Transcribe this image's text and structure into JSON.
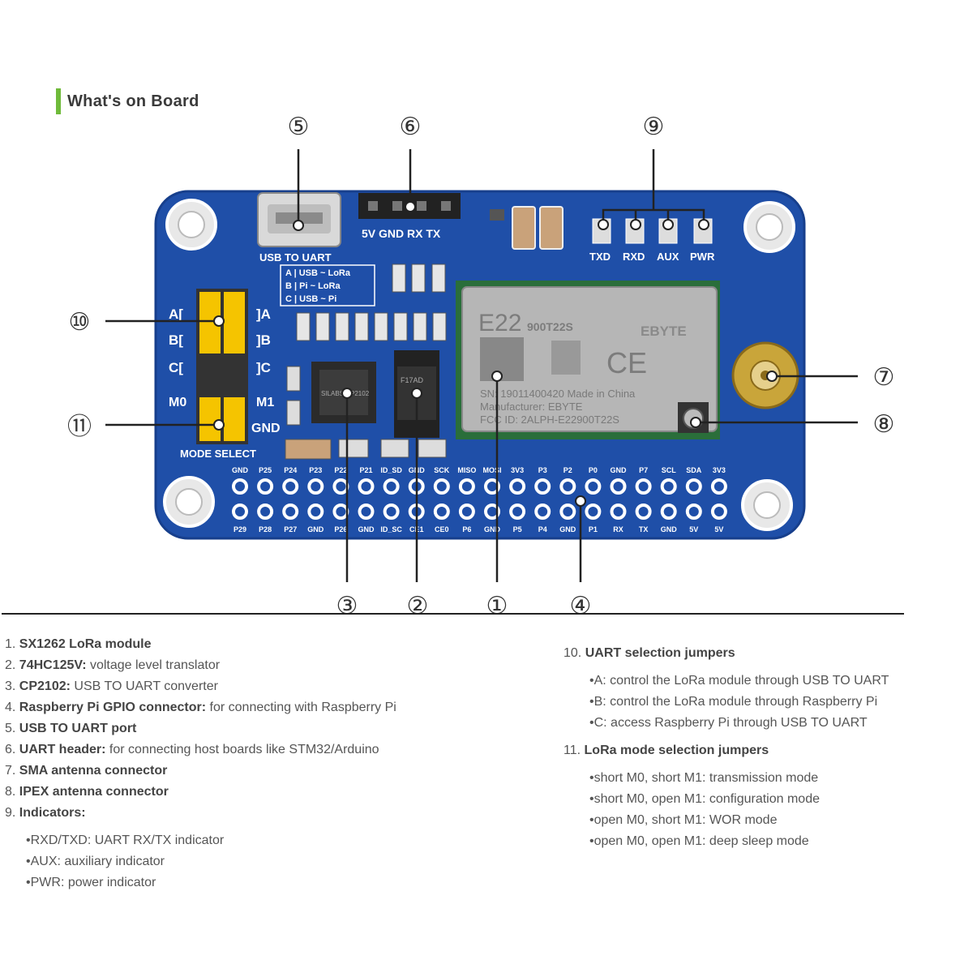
{
  "heading": "What's on Board",
  "board": {
    "callouts": [
      "⑤",
      "⑥",
      "⑨",
      "⑩",
      "⑪",
      "⑦",
      "⑧",
      "③",
      "②",
      "①",
      "④"
    ],
    "uart_header_label": "5V GND RX TX",
    "usb_label": "USB TO UART",
    "jumper_table": [
      "A | USB ~ LoRa",
      "B | Pi ~ LoRa",
      "C | USB ~ Pi"
    ],
    "leds": [
      "TXD",
      "RXD",
      "AUX",
      "PWR"
    ],
    "jumper_left": [
      "A[",
      "B[",
      "C[",
      "M0"
    ],
    "jumper_right": [
      "]A",
      "]B",
      "]C",
      "M1",
      "GND"
    ],
    "mode_select": "MODE SELECT",
    "module_name": "E22",
    "module_model": "900T22S",
    "module_brand": "EBYTE",
    "module_sn": "SN: 19011400420  Made in China",
    "module_mfr": "Manufacturer: EBYTE",
    "module_fcc": "FCC ID: 2ALPH-E22900T22S",
    "chip1": "SILABS CP2102",
    "chip2": "F17AD",
    "top_pins": [
      "GND",
      "P25",
      "P24",
      "P23",
      "P22",
      "P21",
      "ID_SD",
      "GND",
      "SCK",
      "MISO",
      "MOSI",
      "3V3",
      "P3",
      "P2",
      "P0",
      "GND",
      "P7",
      "SCL",
      "SDA",
      "3V3"
    ],
    "bottom_pins": [
      "P29",
      "P28",
      "P27",
      "GND",
      "P26",
      "GND",
      "ID_SC",
      "CE1",
      "CE0",
      "P6",
      "GND",
      "P5",
      "P4",
      "GND",
      "P1",
      "RX",
      "TX",
      "GND",
      "5V",
      "5V"
    ]
  },
  "left_list": [
    {
      "num": "1.",
      "bold": "SX1262 LoRa module",
      "rest": ""
    },
    {
      "num": "2.",
      "bold": "74HC125V:",
      "rest": " voltage level translator"
    },
    {
      "num": "3.",
      "bold": "CP2102:",
      "rest": " USB TO UART converter"
    },
    {
      "num": "4.",
      "bold": "Raspberry Pi GPIO connector:",
      "rest": " for connecting with Raspberry Pi"
    },
    {
      "num": "5.",
      "bold": "USB TO UART port",
      "rest": ""
    },
    {
      "num": "6.",
      "bold": "UART header:",
      "rest": " for connecting host boards like STM32/Arduino"
    },
    {
      "num": "7.",
      "bold": "SMA antenna connector",
      "rest": ""
    },
    {
      "num": "8.",
      "bold": "IPEX antenna connector",
      "rest": ""
    },
    {
      "num": "9.",
      "bold": "Indicators:",
      "rest": ""
    }
  ],
  "indicators": [
    "RXD/TXD: UART RX/TX indicator",
    "AUX: auxiliary indicator",
    "PWR: power indicator"
  ],
  "right_list": {
    "item10": {
      "num": "10.",
      "bold": "UART selection jumpers"
    },
    "uart_jumpers": [
      "A: control the LoRa module through USB TO UART",
      "B: control the LoRa module through Raspberry Pi",
      "C: access Raspberry Pi through USB TO UART"
    ],
    "item11": {
      "num": "11.",
      "bold": "LoRa mode selection jumpers"
    },
    "lora_modes": [
      "short M0, short M1: transmission mode",
      "short M0, open M1: configuration mode",
      "open M0, short M1: WOR mode",
      "open M0, open M1: deep sleep mode"
    ]
  },
  "colors": {
    "accent": "#6fba3a",
    "pcb": "#1f4fa8",
    "module": "#b6b6b6",
    "jumper": "#f5c400"
  }
}
